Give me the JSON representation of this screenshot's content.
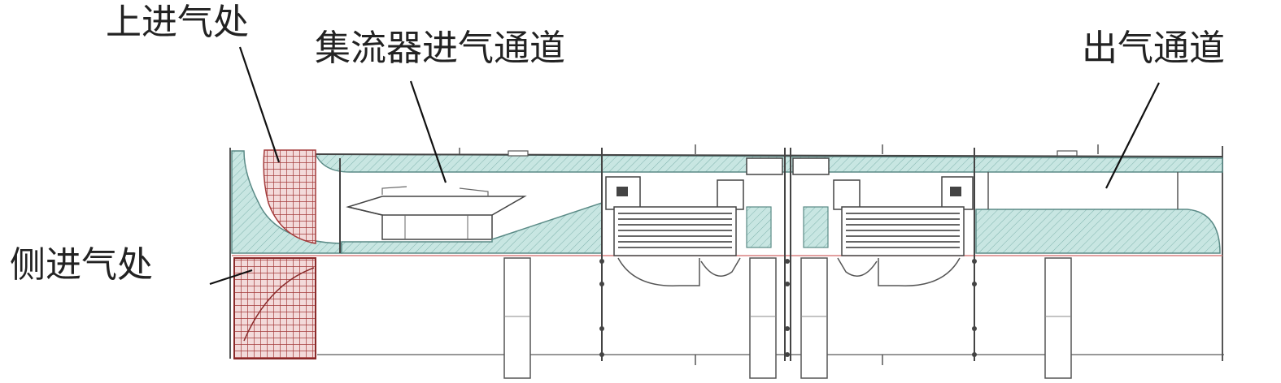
{
  "labels": {
    "top_intake": "上进气处",
    "collector_intake_channel": "集流器进气通道",
    "outlet_channel": "出气通道",
    "side_intake": "侧进气处"
  },
  "colors": {
    "duct_fill": "#c8e6e2",
    "duct_stroke": "#5a8a86",
    "intake_grid": "#a33a3a",
    "frame_line": "#555555",
    "centerline": "#d98080",
    "label_text": "#222222"
  }
}
